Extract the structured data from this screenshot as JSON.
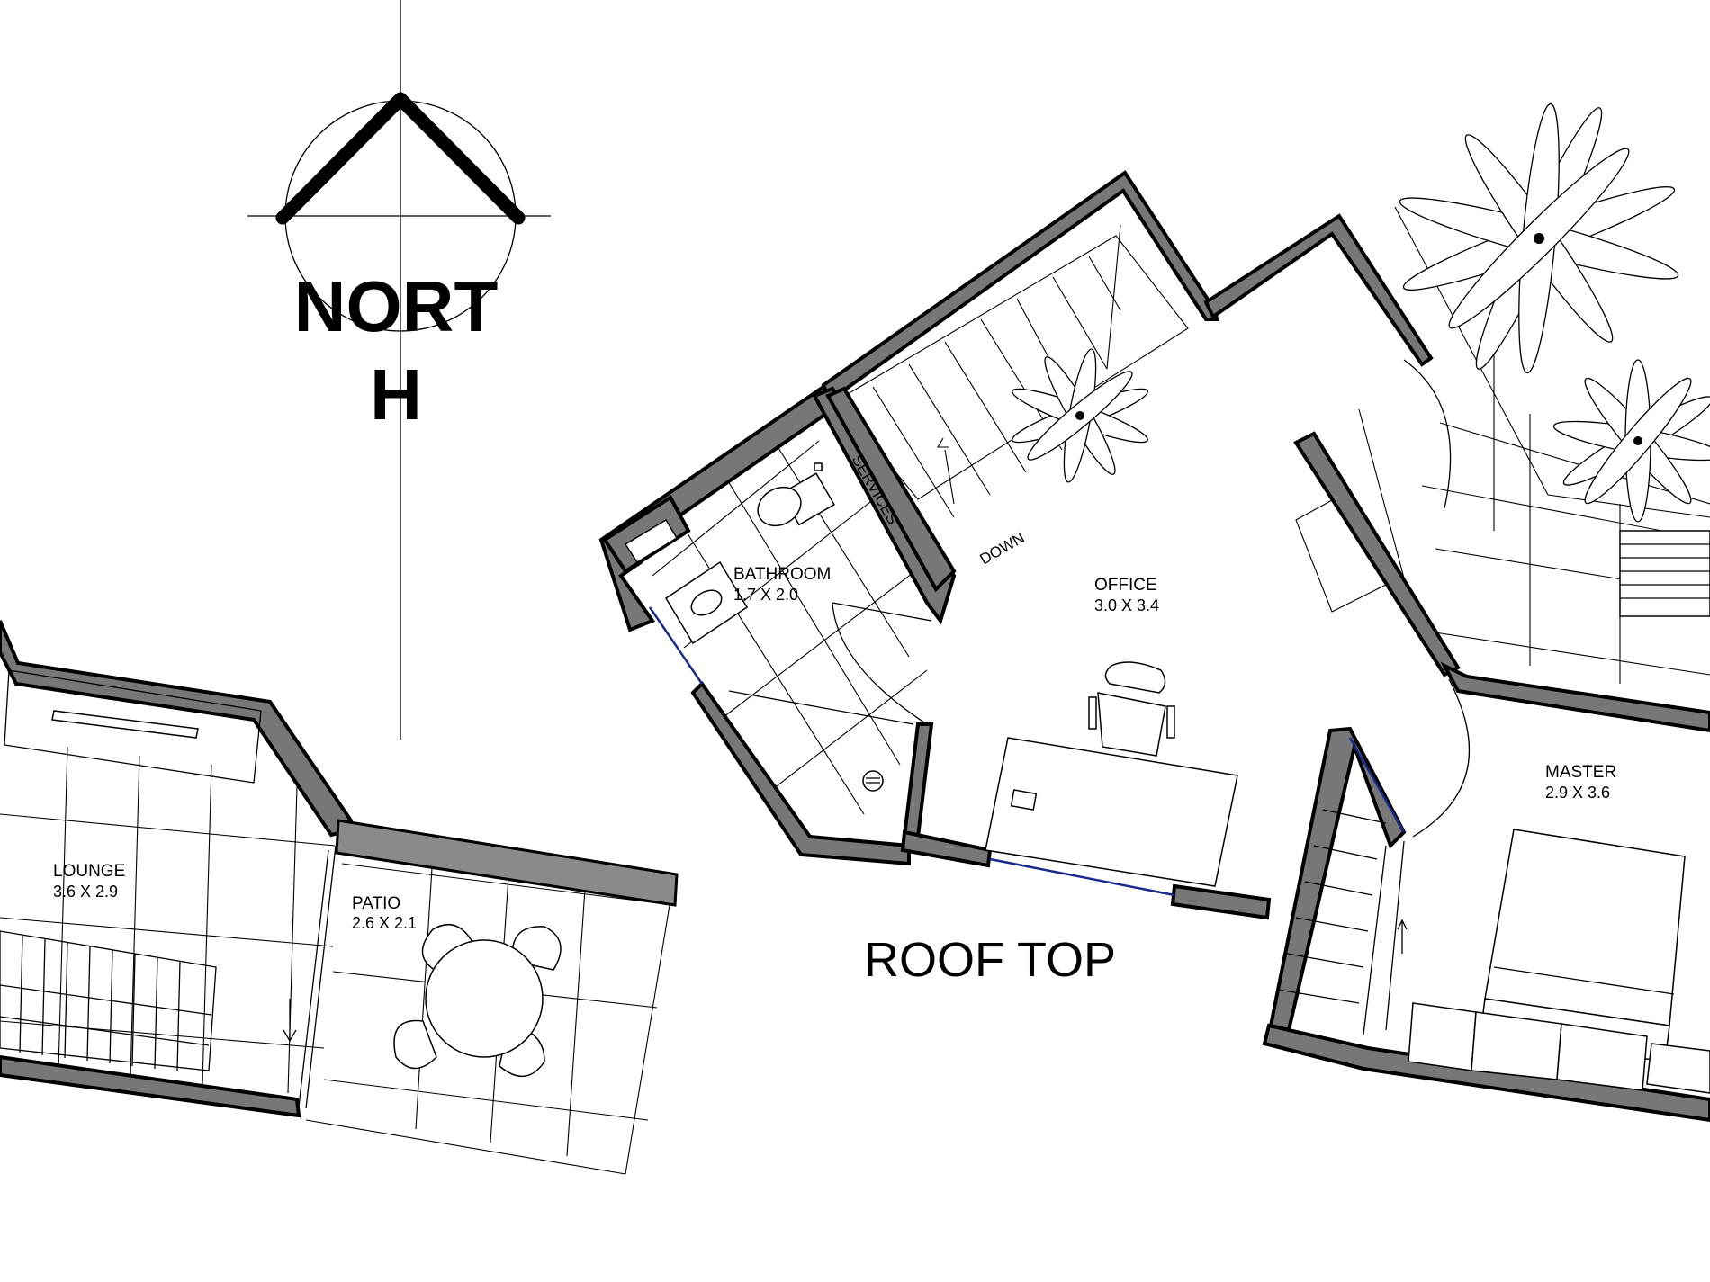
{
  "north_arrow": {
    "label_line1": "NORT",
    "label_line2": "H"
  },
  "title": "ROOF TOP",
  "rooms": [
    {
      "id": "bathroom",
      "name": "BATHROOM",
      "size": "1.7 X 2.0"
    },
    {
      "id": "office",
      "name": "OFFICE",
      "size": "3.0 X 3.4"
    },
    {
      "id": "master",
      "name": "MASTER",
      "size": "2.9 X 3.6"
    },
    {
      "id": "lounge",
      "name": "LOUNGE",
      "size": "3.6 X 2.9"
    },
    {
      "id": "patio",
      "name": "PATIO",
      "size": "2.6 X 2.1"
    }
  ],
  "labels": {
    "services": "SERVICES",
    "down": "DOWN"
  },
  "colors": {
    "wall": "#777777",
    "line": "#000000",
    "window": "#1a2a8c",
    "background": "#ffffff"
  }
}
